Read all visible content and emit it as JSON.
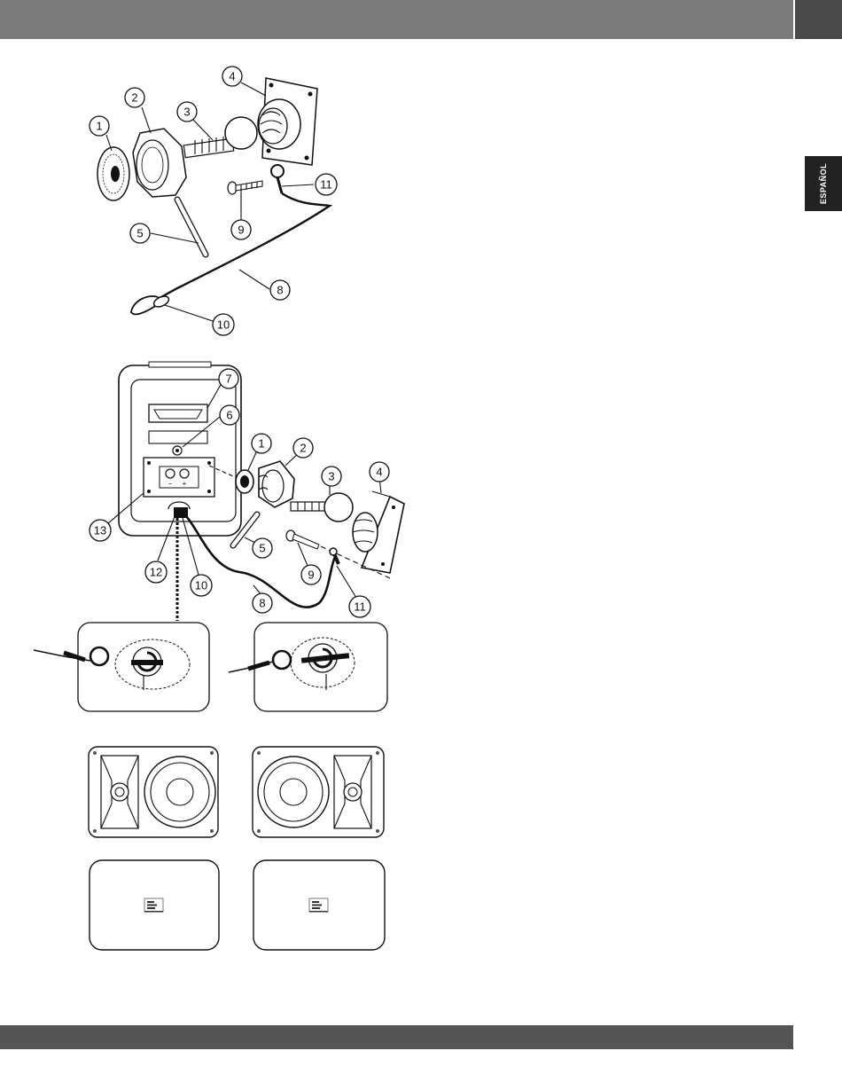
{
  "header": {
    "side_tab_label": "ESPAÑOL"
  },
  "figure_top": {
    "callouts": [
      {
        "id": "c1",
        "label": "1"
      },
      {
        "id": "c2",
        "label": "2"
      },
      {
        "id": "c3",
        "label": "3"
      },
      {
        "id": "c4",
        "label": "4"
      },
      {
        "id": "c5",
        "label": "5"
      },
      {
        "id": "c8",
        "label": "8"
      },
      {
        "id": "c9",
        "label": "9"
      },
      {
        "id": "c10",
        "label": "10"
      },
      {
        "id": "c11",
        "label": "11"
      }
    ]
  },
  "figure_mid": {
    "callouts": [
      {
        "id": "c7",
        "label": "7"
      },
      {
        "id": "c6",
        "label": "6"
      },
      {
        "id": "c1",
        "label": "1"
      },
      {
        "id": "c2",
        "label": "2"
      },
      {
        "id": "c3",
        "label": "3"
      },
      {
        "id": "c4",
        "label": "4"
      },
      {
        "id": "c13",
        "label": "13"
      },
      {
        "id": "c5",
        "label": "5"
      },
      {
        "id": "c9",
        "label": "9"
      },
      {
        "id": "c12",
        "label": "12"
      },
      {
        "id": "c10",
        "label": "10"
      },
      {
        "id": "c8",
        "label": "8"
      },
      {
        "id": "c11",
        "label": "11"
      }
    ],
    "terminal_minus": "−",
    "terminal_plus": "+"
  }
}
